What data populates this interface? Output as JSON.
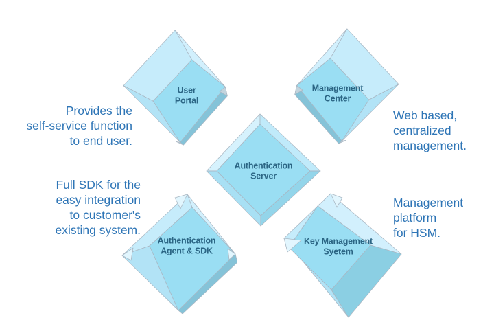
{
  "diagram": {
    "nodes": {
      "user_portal": {
        "label": "User\nPortal"
      },
      "management_center": {
        "label": "Management\nCenter"
      },
      "authentication_server": {
        "label": "Authentication\nServer"
      },
      "authentication_agent_sdk": {
        "label": "Authentication\nAgent & SDK"
      },
      "key_management_system": {
        "label": "Key Management\nSyetem"
      }
    },
    "annotations": {
      "top_left": {
        "text": "Provides the\nself-service function\nto end user."
      },
      "top_right": {
        "text": "Web based,\ncentralized\nmanagement."
      },
      "bottom_left": {
        "text": "Full SDK for the\neasy integration\nto customer's\nexisting system."
      },
      "bottom_right": {
        "text": "Management\nplatform\nfor HSM."
      }
    }
  },
  "colors": {
    "background": "#ffffff",
    "annotation_text": "#2e75b6",
    "node_label_text": "#2b6584",
    "edge_stroke": "#a9b7c3",
    "face_front": "#9adef3",
    "face_light": "#c6ecfb",
    "face_band": "#d2f0fd",
    "face_sliver": "#b2e3f6",
    "face_dark": "#85c3d8",
    "face_dark_large": "#8bcfe3",
    "facet_gray": "#c3d4dd",
    "facet_pale": "#e2f6fe",
    "bevel_top_left": "#d6f2fd",
    "bevel_top_right": "#c0eafa",
    "bevel_bottom_right": "#93d5ea",
    "bevel_bottom_left": "#a8e0f4"
  }
}
